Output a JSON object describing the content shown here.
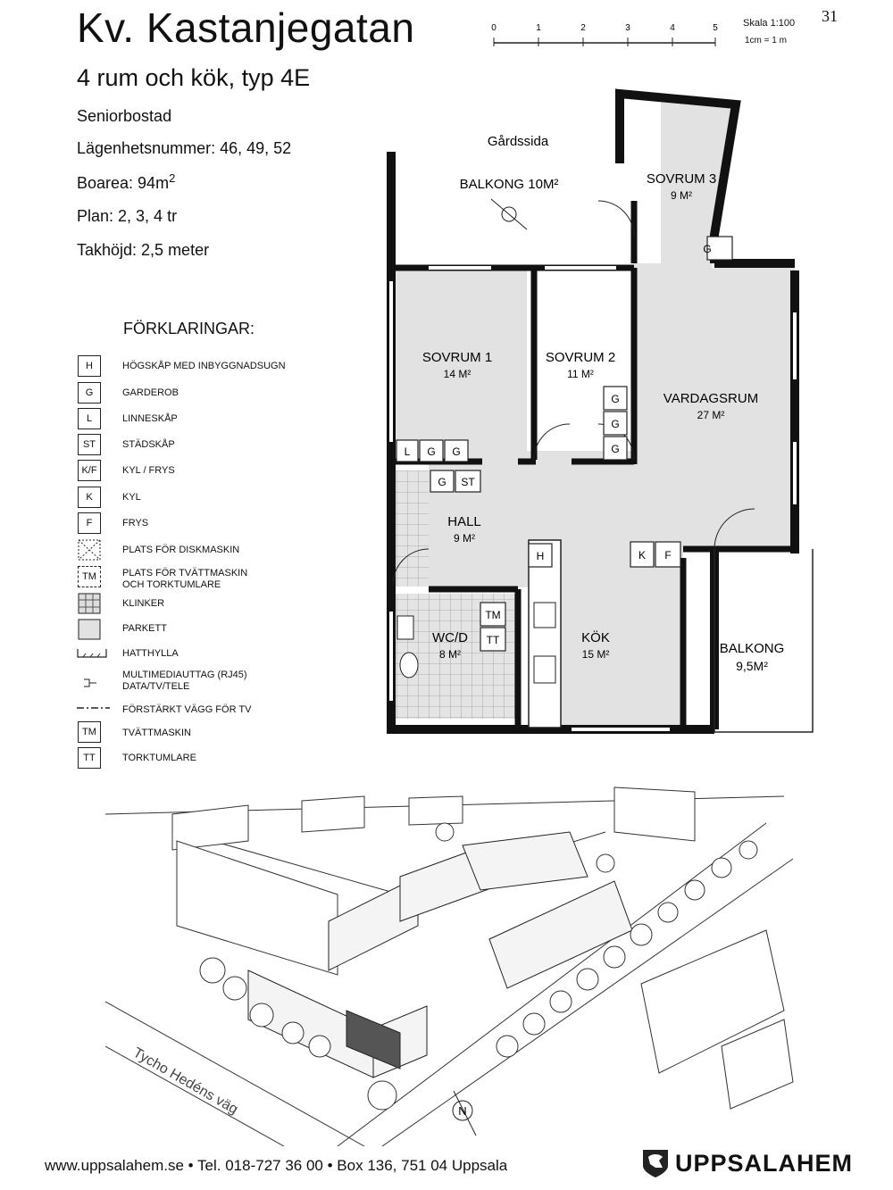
{
  "header": {
    "title": "Kv. Kastanjegatan",
    "subtitle": "4 rum och kök, typ 4E",
    "page_number": "31"
  },
  "info": {
    "category": "Seniorbostad",
    "apartment_numbers": "Lägenhetsnummer: 46, 49, 52",
    "area_label": "Boarea: 94m",
    "area_sup": "2",
    "floors": "Plan: 2, 3, 4 tr",
    "ceiling": "Takhöjd: 2,5 meter"
  },
  "scale": {
    "ticks": [
      "0",
      "1",
      "2",
      "3",
      "4",
      "5"
    ],
    "label": "Skala 1:100",
    "ratio": "1cm = 1 m"
  },
  "legend": {
    "heading": "FÖRKLARINGAR:",
    "items": [
      {
        "symbol": "H",
        "text": "HÖGSKÅP MED INBYGGNADSUGN"
      },
      {
        "symbol": "G",
        "text": "GARDEROB"
      },
      {
        "symbol": "L",
        "text": "LINNESKÅP"
      },
      {
        "symbol": "ST",
        "text": "STÄDSKÅP"
      },
      {
        "symbol": "K/F",
        "text": "KYL / FRYS"
      },
      {
        "symbol": "K",
        "text": "KYL"
      },
      {
        "symbol": "F",
        "text": "FRYS"
      },
      {
        "symbol": "",
        "text": "PLATS FÖR DISKMASKIN"
      },
      {
        "symbol": "TM",
        "text": "PLATS FÖR TVÄTTMASKIN\nOCH TORKTUMLARE"
      },
      {
        "symbol": "",
        "text": "KLINKER"
      },
      {
        "symbol": "",
        "text": "PARKETT"
      },
      {
        "symbol": "",
        "text": "HATTHYLLA"
      },
      {
        "symbol": "",
        "text": "MULTIMEDIAUTTAG (RJ45)\nDATA/TV/TELE"
      },
      {
        "symbol": "",
        "text": "FÖRSTÄRKT VÄGG FÖR TV"
      },
      {
        "symbol": "TM",
        "text": "TVÄTTMASKIN"
      },
      {
        "symbol": "TT",
        "text": "TORKTUMLARE"
      }
    ]
  },
  "floorplan": {
    "courtyard": "Gårdssida",
    "rooms": [
      {
        "name": "BALKONG 10M²",
        "area": ""
      },
      {
        "name": "SOVRUM 3",
        "area": "9 M²"
      },
      {
        "name": "SOVRUM 1",
        "area": "14 M²"
      },
      {
        "name": "SOVRUM 2",
        "area": "11 M²"
      },
      {
        "name": "VARDAGSRUM",
        "area": "27 M²"
      },
      {
        "name": "HALL",
        "area": "9 M²"
      },
      {
        "name": "WC/D",
        "area": "8 M²"
      },
      {
        "name": "KÖK",
        "area": "15 M²"
      },
      {
        "name": "BALKONG",
        "area": "9,5M²"
      }
    ],
    "fixtures": [
      "L",
      "G",
      "G",
      "G",
      "ST",
      "G",
      "G",
      "G",
      "G",
      "H",
      "K",
      "F",
      "TM",
      "TT"
    ]
  },
  "site": {
    "street": "Tycho Hedéns väg",
    "north": "N"
  },
  "footer": {
    "website": "www.uppsalahem.se",
    "phone": "Tel. 018-727 36 00",
    "address": "Box 136, 751 04 Uppsala",
    "separator": "•",
    "brand": "UPPSALAHEM",
    "logo_icon": "lion-icon"
  }
}
